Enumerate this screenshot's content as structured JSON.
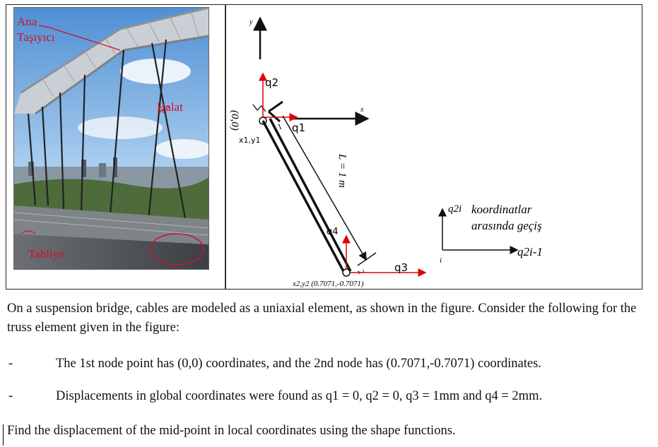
{
  "photo": {
    "label_main_carrier": [
      "Ana",
      "Taşıyıcı"
    ],
    "label_cable": "Halat",
    "label_deck": "Tabliye"
  },
  "diagram": {
    "axis_y": "y",
    "axis_x": "x",
    "origin_coord": "(0,0)",
    "node1_label": "x1,y1",
    "node2_label": "x2,y2 (0.7071,-0.7071)",
    "q1": "q1",
    "q2": "q2",
    "q3": "q3",
    "q4": "q4",
    "length_label": "L = 1 m",
    "local_1": "1",
    "local_2": "2",
    "transition_text": [
      "koordinatlar",
      "arasında geçiş"
    ],
    "q2i": "q2i",
    "q2i_1": "q2i-1",
    "i_label": "i",
    "colors": {
      "accent": "#e00000",
      "ink": "#111111"
    }
  },
  "text": {
    "intro": "On a suspension bridge, cables are modeled as a uniaxial element, as shown in the figure. Consider the following for the truss element given in the figure:",
    "bullets": [
      {
        "dash": "-",
        "text": "The 1st node point has (0,0) coordinates, and the 2nd node has (0.7071,-0.7071) coordinates."
      },
      {
        "dash": "-",
        "text": "Displacements in global coordinates were found as q1 = 0, q2 = 0, q3 = 1mm and q4 = 2mm."
      }
    ],
    "question": "Find the displacement of the mid-point in local coordinates using the shape functions."
  }
}
